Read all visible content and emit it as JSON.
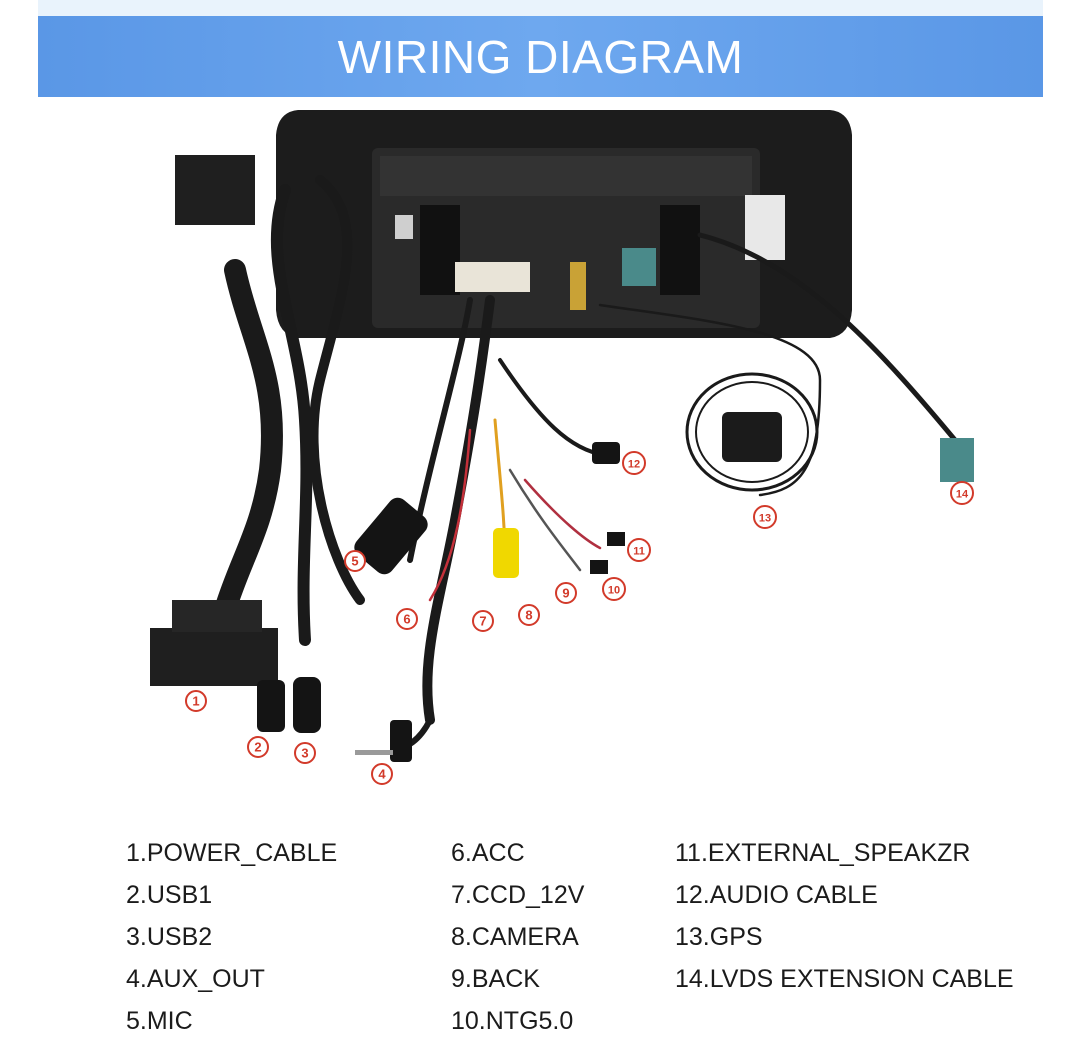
{
  "title": "WIRING DIAGRAM",
  "callouts": [
    "1",
    "2",
    "3",
    "4",
    "5",
    "6",
    "7",
    "8",
    "9",
    "10",
    "11",
    "12",
    "13",
    "14"
  ],
  "legend": {
    "columns": [
      [
        "1.POWER_CABLE",
        "2.USB1",
        "3.USB2",
        "4.AUX_OUT",
        "5.MIC"
      ],
      [
        "6.ACC",
        "7.CCD_12V",
        "8.CAMERA",
        "9.BACK",
        "10.NTG5.0"
      ],
      [
        "11.EXTERNAL_SPEAKZR",
        "12.AUDIO CABLE",
        "13.GPS",
        "14.LVDS EXTENSION CABLE"
      ]
    ]
  },
  "colors": {
    "banner": "#5a97e6",
    "callout": "#d23a2a",
    "cable": "#1a1a1a",
    "unit": "#161616",
    "lvds_connector": "#4a8a8a",
    "camera_plug": "#f0d800"
  }
}
